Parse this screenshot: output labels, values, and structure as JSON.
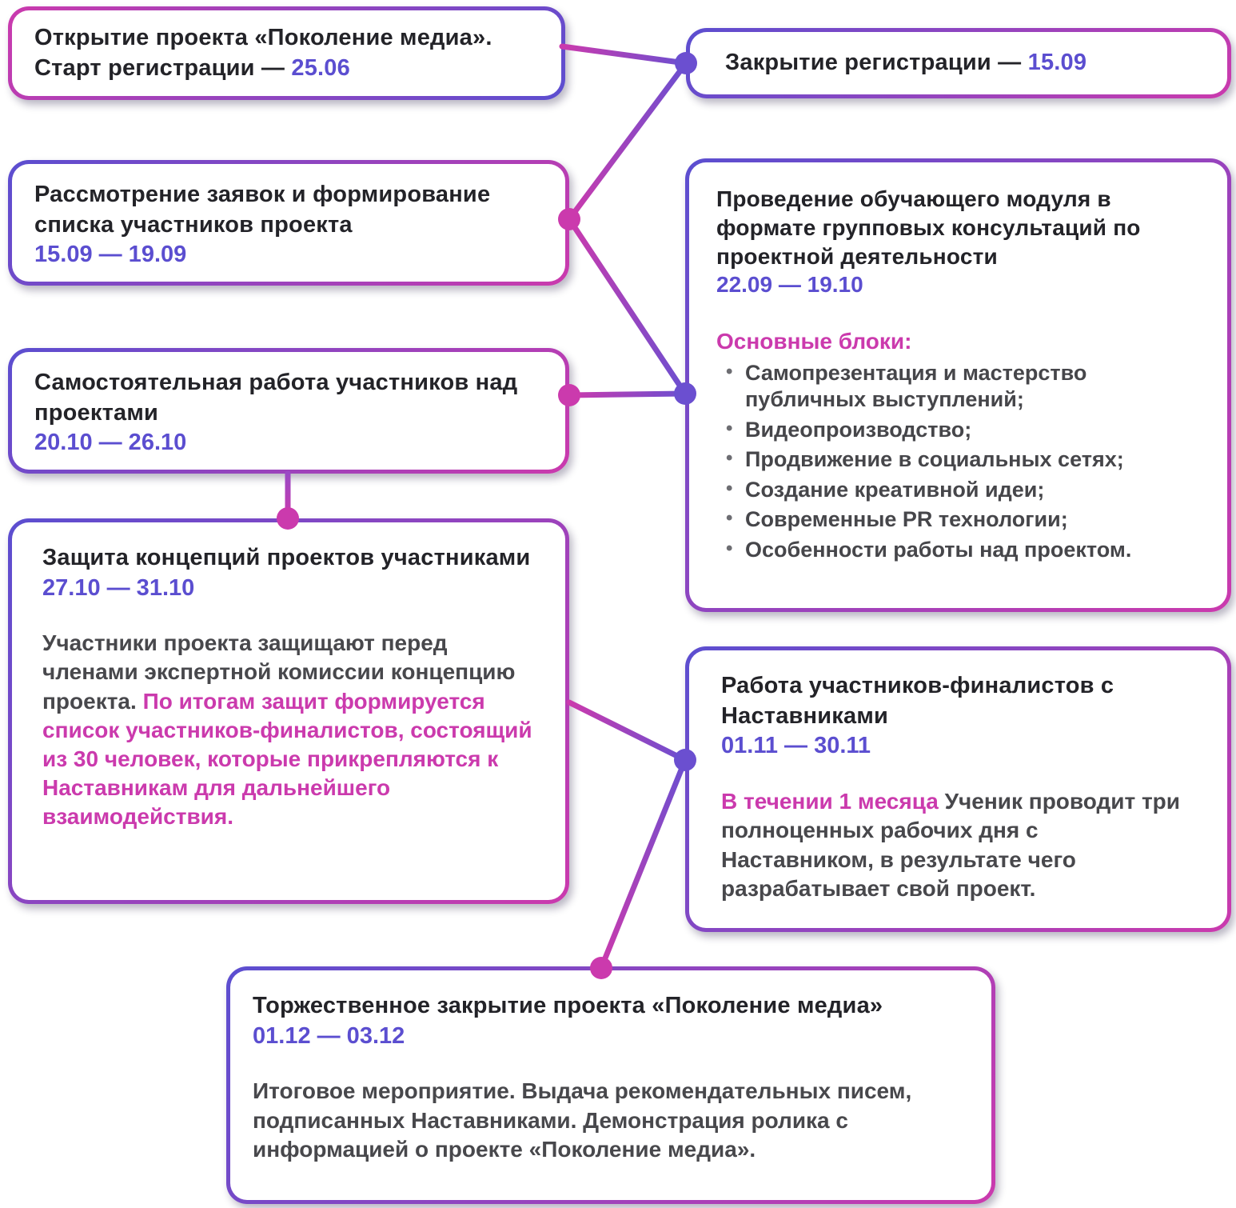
{
  "colors": {
    "purple": "#5b4ed0",
    "magenta": "#cb3aad",
    "title_text": "#232328",
    "body_text": "#48484c"
  },
  "boxes": {
    "opening": {
      "title": "Открытие проекта «Поколение медиа». Старт регистрации — ",
      "date": "25.06"
    },
    "reg_close": {
      "title": "Закрытие регистрации — ",
      "date": "15.09"
    },
    "review": {
      "title": "Рассмотрение заявок и формирование списка участников проекта",
      "date": "15.09 — 19.09"
    },
    "module": {
      "title": "Проведение обучающего модуля в формате групповых консультаций по проектной деятельности",
      "date": "22.09 — 19.10",
      "blocks_label": "Основные блоки:",
      "bullets": [
        "Самопрезентация и мастерство публичных выступлений;",
        "Видеопроизводство;",
        "Продвижение в социальных сетях;",
        "Создание креативной идеи;",
        "Современные PR технологии;",
        "Особенности работы над проектом."
      ]
    },
    "self_work": {
      "title": "Самостоятельная работа участников над проектами",
      "date": "20.10 — 26.10"
    },
    "defense": {
      "title": "Защита концепций проектов участниками",
      "date": "27.10 — 31.10",
      "body_plain": "Участники проекта защищают перед членами экспертной комиссии концепцию проекта. ",
      "body_highlight": "По итогам защит формируется список участников-финалистов, состоящий из 30 человек, которые прикрепляются к Наставникам для дальнейшего взаимодействия."
    },
    "mentors": {
      "title": "Работа участников-финалистов с Наставниками",
      "date": "01.11 — 30.11",
      "body_highlight": "В течении 1 месяца ",
      "body_plain": "Ученик проводит три полноценных рабочих дня с Наставником, в результате чего разрабатывает свой проект."
    },
    "closing": {
      "title": "Торжественное закрытие проекта «Поколение медиа»",
      "date": "01.12 — 03.12",
      "body": "Итоговое мероприятие. Выдача рекомендательных писем, подписанных Наставниками. Демонстрация ролика с информацией о проекте «Поколение медиа»."
    }
  }
}
